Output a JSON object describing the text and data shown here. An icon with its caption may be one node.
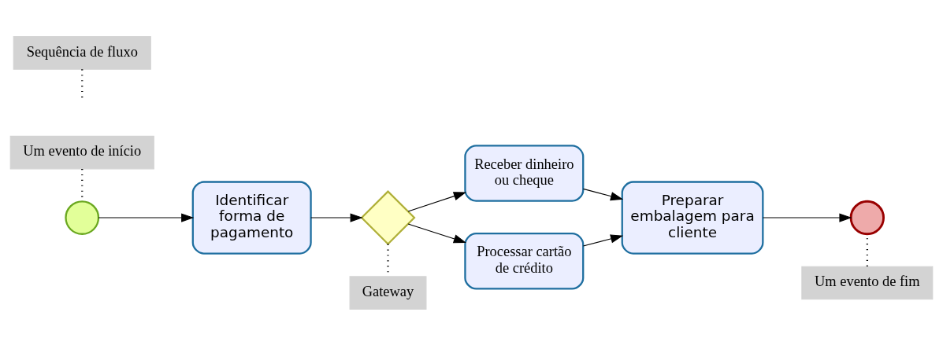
{
  "diagram": {
    "nodes": [
      {
        "text": [
          "Um evento de início"
        ]
      },
      {
        "text": [],
        "shape": "circle"
      },
      {
        "text": [
          "Identificar forma de pagamento"
        ]
      },
      {
        "text": [],
        "shape": "diamond"
      },
      {
        "text": [
          "Gateway"
        ]
      },
      {
        "text": [
          "Receber dinheiro ou cheque"
        ]
      },
      {
        "text": [
          "Processar cartão de crédito"
        ]
      },
      {
        "text": [
          "Preparar embalagem para cliente"
        ]
      },
      {
        "text": [],
        "shape": "circle"
      },
      {
        "text": [
          "Um evento de fim"
        ]
      },
      {
        "text": [
          "Sequência de fluxo"
        ]
      }
    ],
    "edges": [
      {
        "from": 0,
        "to": 1,
        "arrow": "none",
        "style": "dashed"
      },
      {
        "from": 1,
        "to": 2,
        "arrow": "to"
      },
      {
        "from": 2,
        "to": 3,
        "arrow": "to"
      },
      {
        "from": 3,
        "to": 5,
        "arrow": "to"
      },
      {
        "from": 3,
        "to": 6,
        "arrow": "to"
      },
      {
        "from": 5,
        "to": 7,
        "arrow": "to"
      },
      {
        "from": 6,
        "to": 7,
        "arrow": "to"
      },
      {
        "from": 7,
        "to": 8,
        "arrow": "to"
      },
      {
        "from": 9,
        "to": 8,
        "arrow": "none",
        "style": "dashed"
      },
      {
        "from": 3,
        "to": 4,
        "arrow": "none",
        "style": "dashed"
      },
      {
        "from": 10,
        "to": null,
        "arrow": "none",
        "style": "dashed"
      }
    ]
  }
}
